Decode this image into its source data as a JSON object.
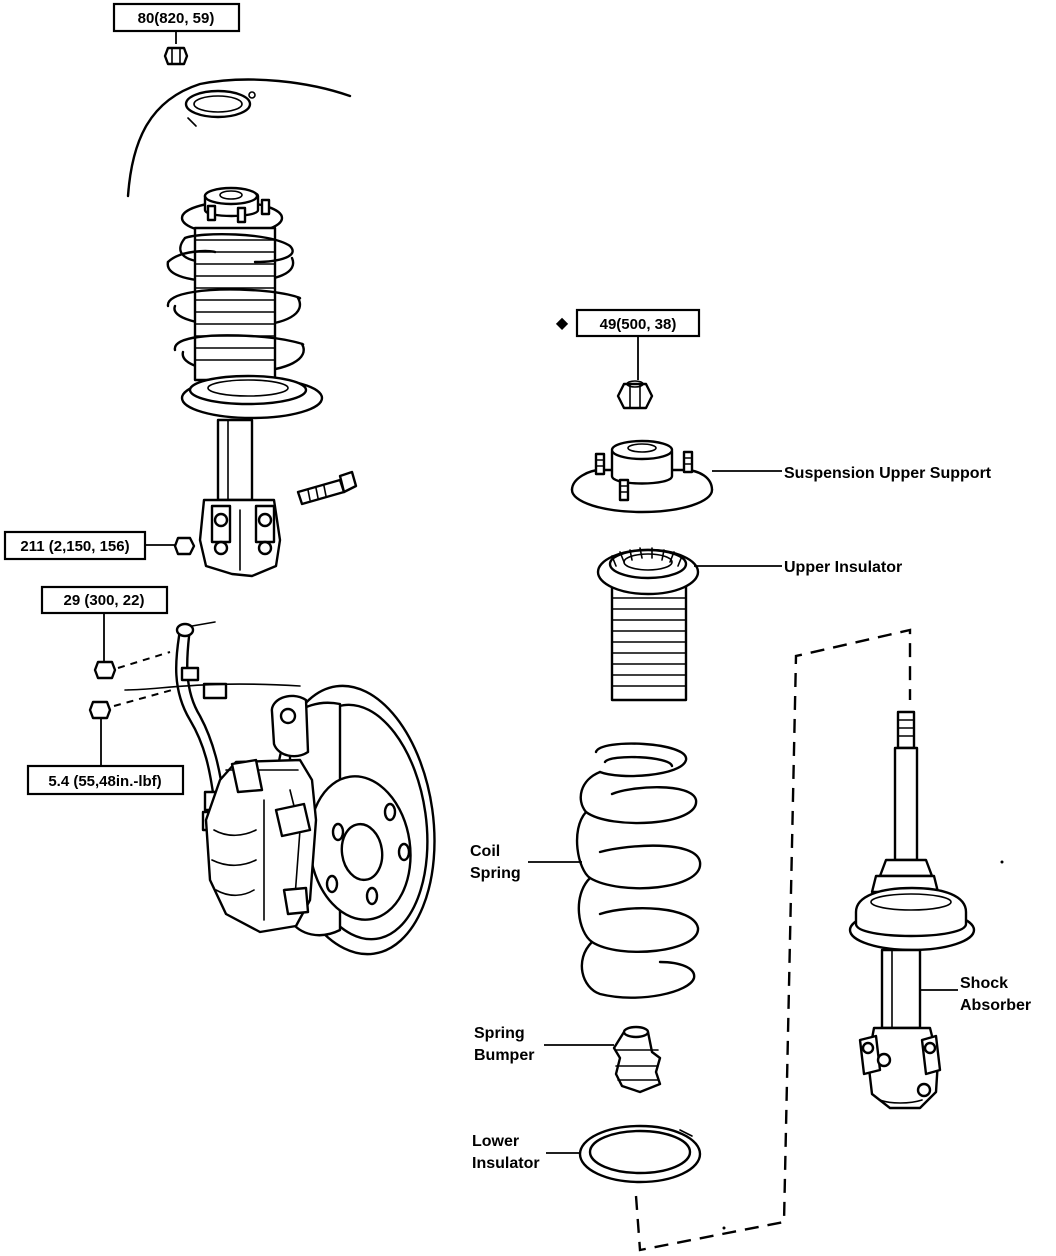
{
  "torques": {
    "upper_nut": "80(820, 59)",
    "support_nut": "49(500, 38)",
    "knuckle_bolt": "211 (2,150, 156)",
    "hose_bolt": "29 (300, 22)",
    "bracket_bolt": "5.4 (55,48in.-lbf)"
  },
  "symbols": {
    "non_reusable": "◆"
  },
  "parts": {
    "upper_support": "Suspension Upper Support",
    "upper_insulator": "Upper Insulator",
    "coil_spring": [
      "Coil",
      "Spring"
    ],
    "spring_bumper": [
      "Spring",
      "Bumper"
    ],
    "lower_insulator": [
      "Lower",
      "Insulator"
    ],
    "shock_absorber": [
      "Shock",
      "Absorber"
    ]
  }
}
